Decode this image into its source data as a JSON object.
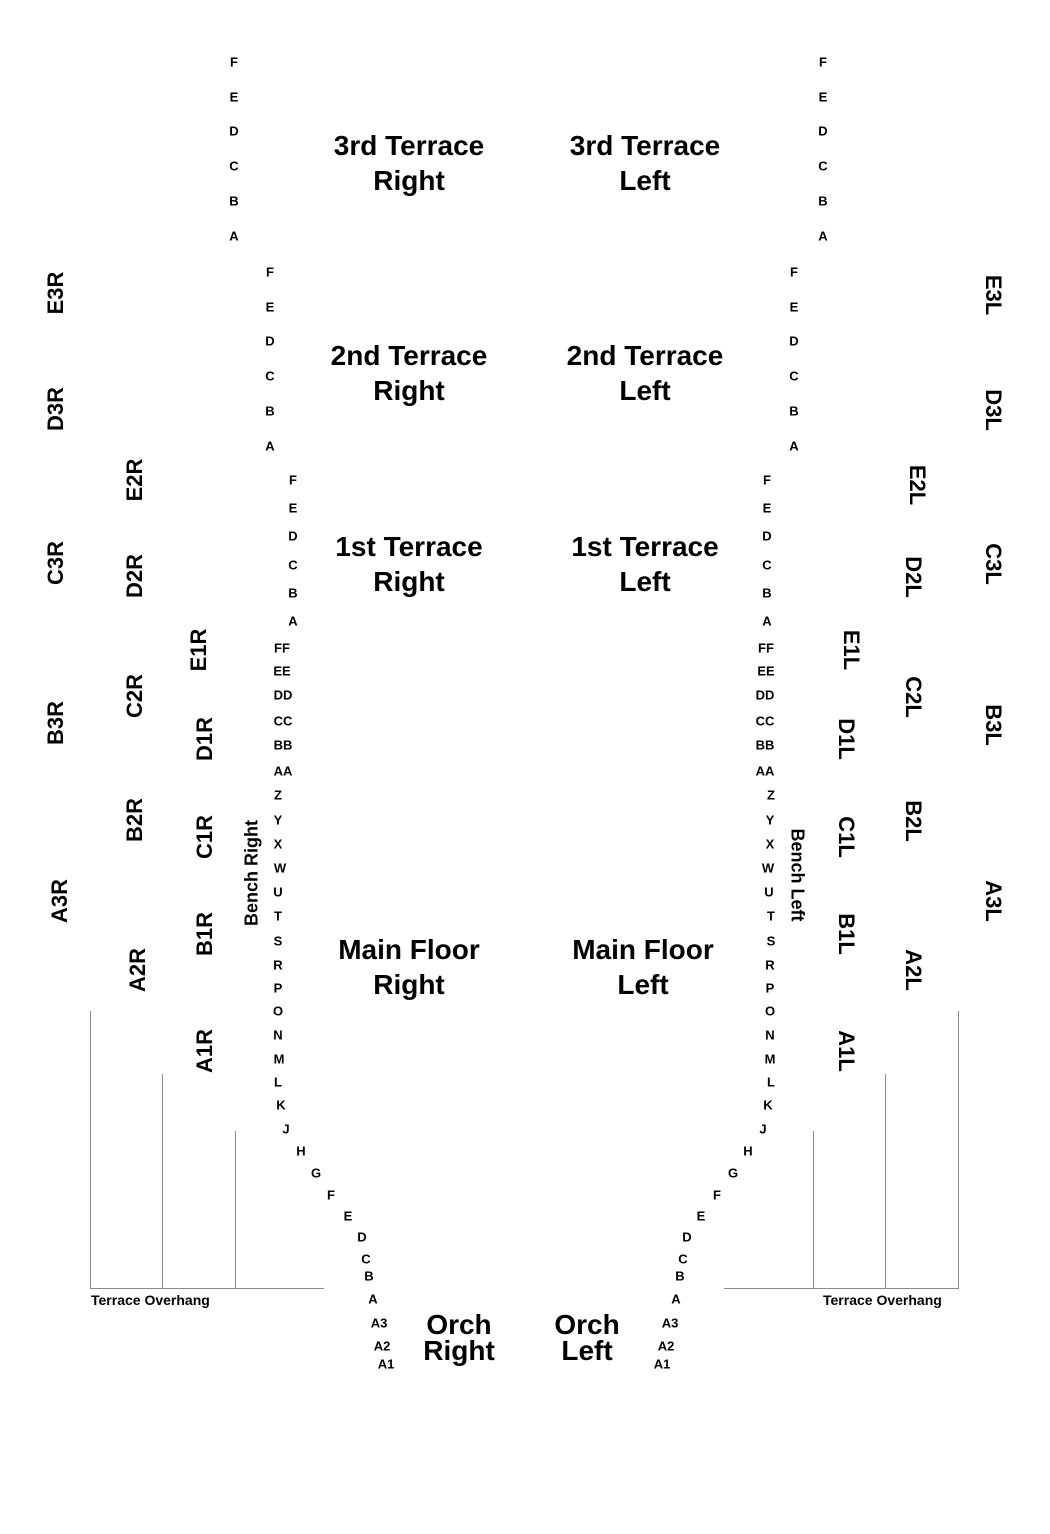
{
  "sections": {
    "terrace3_right": [
      "3rd Terrace",
      "Right"
    ],
    "terrace3_left": [
      "3rd Terrace",
      "Left"
    ],
    "terrace2_right": [
      "2nd Terrace",
      "Right"
    ],
    "terrace2_left": [
      "2nd Terrace",
      "Left"
    ],
    "terrace1_right": [
      "1st Terrace",
      "Right"
    ],
    "terrace1_left": [
      "1st Terrace",
      "Left"
    ],
    "main_right": [
      "Main Floor",
      "Right"
    ],
    "main_left": [
      "Main Floor",
      "Left"
    ],
    "orch_right": [
      "Orch",
      "Right"
    ],
    "orch_left": [
      "Orch",
      "Left"
    ]
  },
  "rows": {
    "terrace3": [
      "F",
      "E",
      "D",
      "C",
      "B",
      "A"
    ],
    "terrace2": [
      "F",
      "E",
      "D",
      "C",
      "B",
      "A"
    ],
    "terrace1": [
      "F",
      "E",
      "D",
      "C",
      "B",
      "A"
    ],
    "main": [
      "FF",
      "EE",
      "DD",
      "CC",
      "BB",
      "AA",
      "Z",
      "Y",
      "X",
      "W",
      "U",
      "T",
      "S",
      "R",
      "P",
      "O",
      "N",
      "M",
      "L",
      "K",
      "J",
      "H",
      "G",
      "F",
      "E",
      "D",
      "C",
      "B",
      "A",
      "A3",
      "A2",
      "A1"
    ]
  },
  "boxes_right": {
    "tier3": [
      "E3R",
      "D3R",
      "C3R",
      "B3R",
      "A3R"
    ],
    "tier2": [
      "E2R",
      "D2R",
      "C2R",
      "B2R",
      "A2R"
    ],
    "tier1": [
      "E1R",
      "D1R",
      "C1R",
      "B1R",
      "A1R"
    ]
  },
  "boxes_left": {
    "tier3": [
      "E3L",
      "D3L",
      "C3L",
      "B3L",
      "A3L"
    ],
    "tier2": [
      "E2L",
      "D2L",
      "C2L",
      "B2L",
      "A2L"
    ],
    "tier1": [
      "E1L",
      "D1L",
      "C1L",
      "B1L",
      "A1L"
    ]
  },
  "bench_right": "Bench Right",
  "bench_left": "Bench Left",
  "terrace_overhang_right": "Terrace Overhang",
  "terrace_overhang_left": "Terrace Overhang"
}
